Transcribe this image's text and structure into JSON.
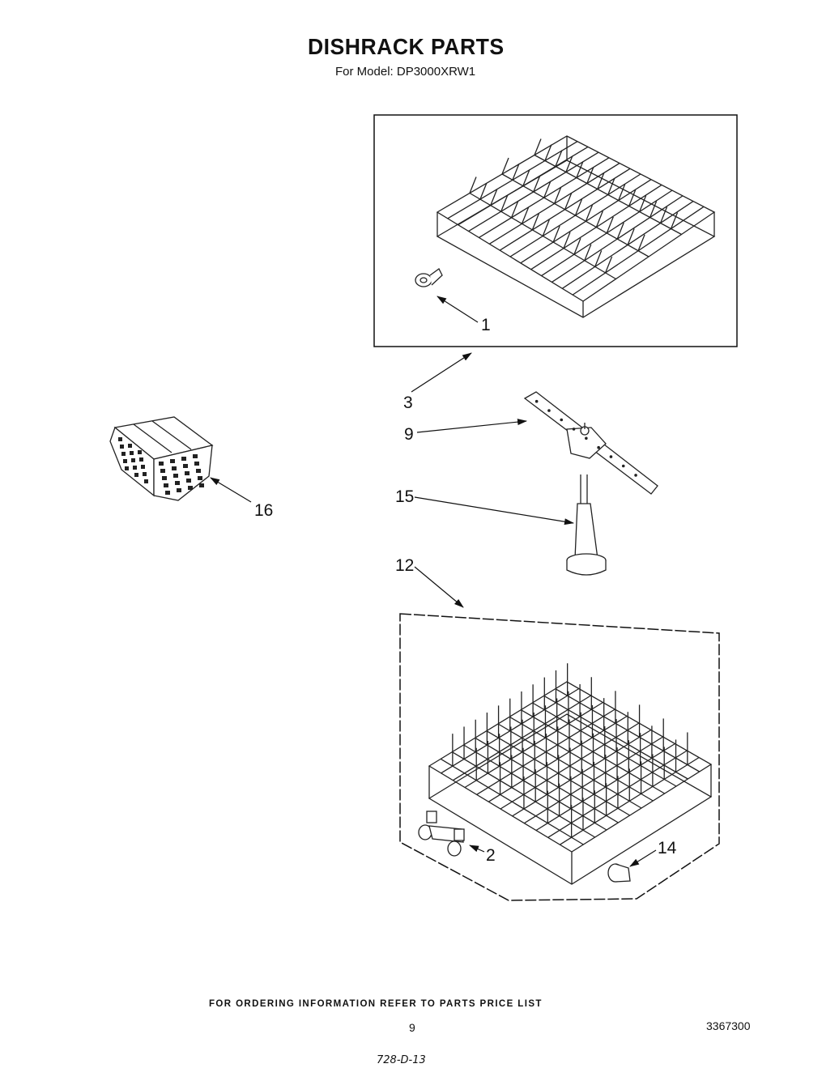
{
  "title": "DISHRACK PARTS",
  "subtitle": "For Model: DP3000XRW1",
  "callouts": [
    "1",
    "3",
    "9",
    "15",
    "12",
    "2",
    "14",
    "16"
  ],
  "footer": "FOR ORDERING INFORMATION REFER TO PARTS PRICE LIST",
  "page_number": "9",
  "document_number": "3367300",
  "handwritten_note": "728-D-13",
  "colors": {
    "ink": "#111111",
    "paper": "#ffffff"
  }
}
